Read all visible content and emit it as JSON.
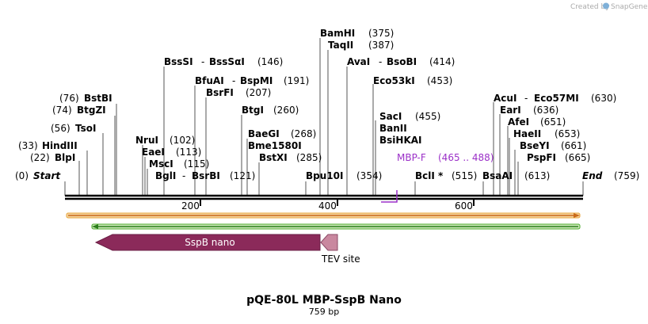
{
  "credit": {
    "text": "Created by",
    "brand": "SnapGene"
  },
  "title": "pQE-80L MBP-SspB Nano",
  "length_label": "759 bp",
  "ends": {
    "start_label": "Start",
    "start_pos": "(0)",
    "end_label": "End",
    "end_pos": "(759)"
  },
  "sites": [
    {
      "enzyme": "BlpI",
      "pos": "(22)"
    },
    {
      "enzyme": "HindIII",
      "pos": "(33)"
    },
    {
      "enzyme": "TsoI",
      "pos": "(56)"
    },
    {
      "enzyme": "BtgZI",
      "pos": "(74)"
    },
    {
      "enzyme": "BstBI",
      "pos": "(76)"
    },
    {
      "enzyme": "NruI",
      "pos": "(102)"
    },
    {
      "enzyme": "EaeI",
      "pos": "(113)"
    },
    {
      "enzyme": "MscI",
      "pos": "(115)"
    },
    {
      "enzyme": "BglI",
      "enzyme2": "BsrBI",
      "pos": "(121)"
    },
    {
      "enzyme": "BssSI",
      "enzyme2": "BssSαI",
      "pos": "(146)"
    },
    {
      "enzyme": "BfuAI",
      "enzyme2": "BspMI",
      "pos": "(191)"
    },
    {
      "enzyme": "BsrFI",
      "pos": "(207)"
    },
    {
      "enzyme": "BtgI",
      "pos": "(260)"
    },
    {
      "enzyme": "BaeGI",
      "pos": "(268)"
    },
    {
      "enzyme": "Bme1580I",
      "pos": ""
    },
    {
      "enzyme": "BstXI",
      "pos": "(285)"
    },
    {
      "enzyme": "Bpu10I",
      "pos": "(354)"
    },
    {
      "enzyme": "BamHI",
      "pos": "(375)"
    },
    {
      "enzyme": "TaqII",
      "pos": "(387)"
    },
    {
      "enzyme": "AvaI",
      "enzyme2": "BsoBI",
      "pos": "(414)"
    },
    {
      "enzyme": "Eco53kI",
      "pos": "(453)"
    },
    {
      "enzyme": "SacI",
      "pos": "(455)"
    },
    {
      "enzyme": "BanII",
      "pos": ""
    },
    {
      "enzyme": "BsiHKAI",
      "pos": ""
    },
    {
      "enzyme": "BclI *",
      "pos": "(515)"
    },
    {
      "enzyme": "BsaAI",
      "pos": "(613)"
    },
    {
      "enzyme": "PspFI",
      "pos": "(665)"
    },
    {
      "enzyme": "BseYI",
      "pos": "(661)"
    },
    {
      "enzyme": "HaeII",
      "pos": "(653)"
    },
    {
      "enzyme": "AfeI",
      "pos": "(651)"
    },
    {
      "enzyme": "EarI",
      "pos": "(636)"
    },
    {
      "enzyme": "AcuI",
      "enzyme2": "Eco57MI",
      "pos": "(630)"
    }
  ],
  "primer": {
    "name": "MBP-F",
    "range": "(465 .. 488)",
    "color": "#9b30c8"
  },
  "ruler": {
    "ticks": [
      "200",
      "400",
      "600"
    ]
  },
  "features": {
    "sspb": {
      "label": "SspB nano",
      "color": "#8b2a5a"
    },
    "tev": {
      "label": "TEV site",
      "color": "#c9889f"
    },
    "orange_bar_color": "#e8a43a",
    "green_bar_color": "#4aa82a"
  }
}
